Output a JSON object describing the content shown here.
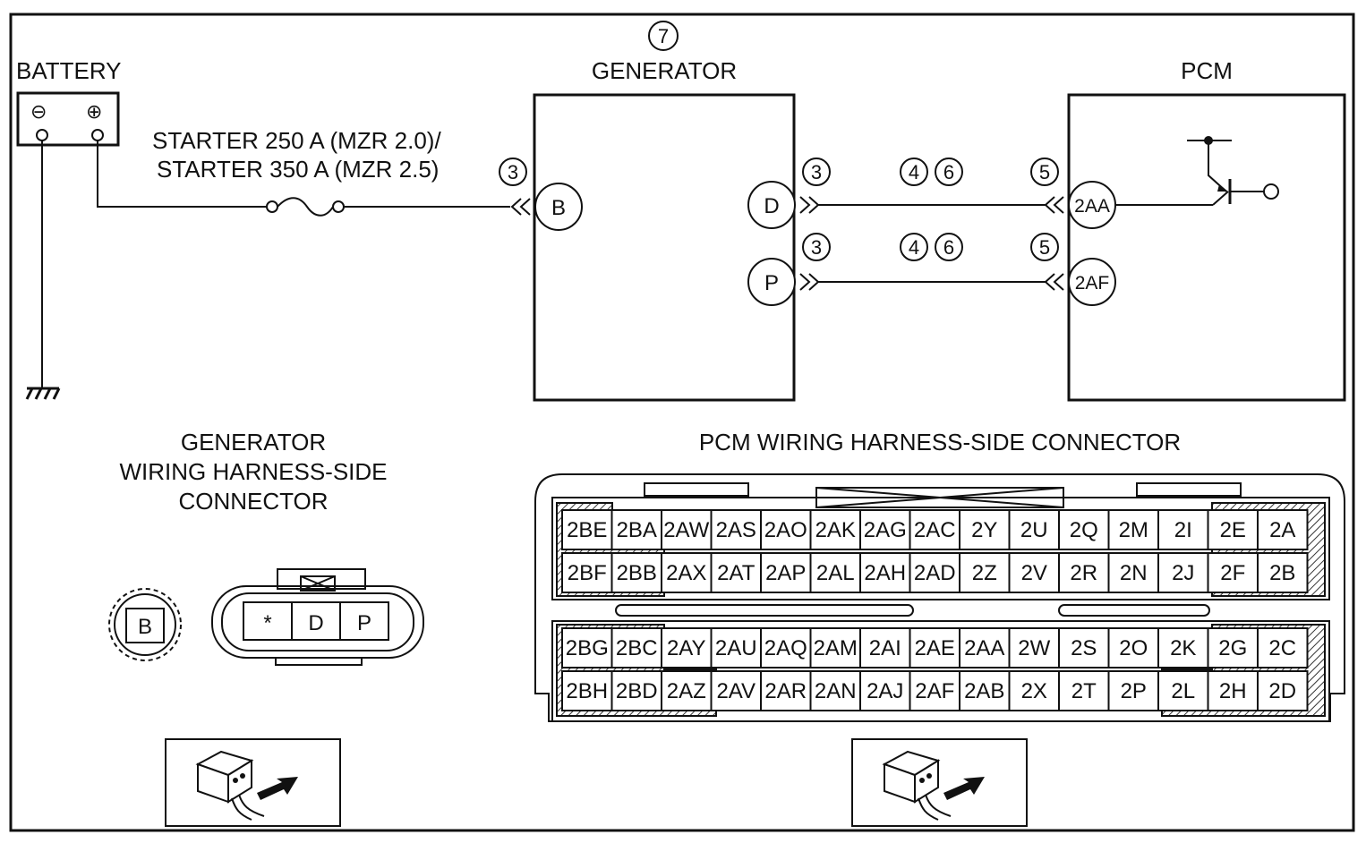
{
  "colors": {
    "line": "#111111",
    "background": "#ffffff",
    "hatch": "#333333"
  },
  "battery": {
    "label": "BATTERY",
    "neg_symbol": "⊖",
    "pos_symbol": "⊕"
  },
  "fuse": {
    "line1": "STARTER 250 A (MZR 2.0)/",
    "line2": "STARTER 350 A (MZR 2.5)"
  },
  "generator": {
    "ref": "7",
    "label": "GENERATOR",
    "terminals": {
      "b": "B",
      "d": "D",
      "p": "P"
    }
  },
  "pcm": {
    "label": "PCM",
    "terminals": {
      "aa": "2AA",
      "af": "2AF"
    }
  },
  "wire_refs": {
    "r3": "3",
    "r4": "4",
    "r5": "5",
    "r6": "6"
  },
  "generator_connector": {
    "title_line1": "GENERATOR",
    "title_line2": "WIRING HARNESS-SIDE",
    "title_line3": "CONNECTOR",
    "b_pin": "B",
    "pins": [
      "*",
      "D",
      "P"
    ]
  },
  "pcm_connector": {
    "title": "PCM WIRING HARNESS-SIDE CONNECTOR",
    "row1": [
      "2BE",
      "2BA",
      "2AW",
      "2AS",
      "2AO",
      "2AK",
      "2AG",
      "2AC",
      "2Y",
      "2U",
      "2Q",
      "2M",
      "2I",
      "2E",
      "2A"
    ],
    "row2": [
      "2BF",
      "2BB",
      "2AX",
      "2AT",
      "2AP",
      "2AL",
      "2AH",
      "2AD",
      "2Z",
      "2V",
      "2R",
      "2N",
      "2J",
      "2F",
      "2B"
    ],
    "row3": [
      "2BG",
      "2BC",
      "2AY",
      "2AU",
      "2AQ",
      "2AM",
      "2AI",
      "2AE",
      "2AA",
      "2W",
      "2S",
      "2O",
      "2K",
      "2G",
      "2C"
    ],
    "row4": [
      "2BH",
      "2BD",
      "2AZ",
      "2AV",
      "2AR",
      "2AN",
      "2AJ",
      "2AF",
      "2AB",
      "2X",
      "2T",
      "2P",
      "2L",
      "2H",
      "2D"
    ]
  },
  "icons": [
    "connector-probe-icon",
    "connector-probe-icon"
  ]
}
